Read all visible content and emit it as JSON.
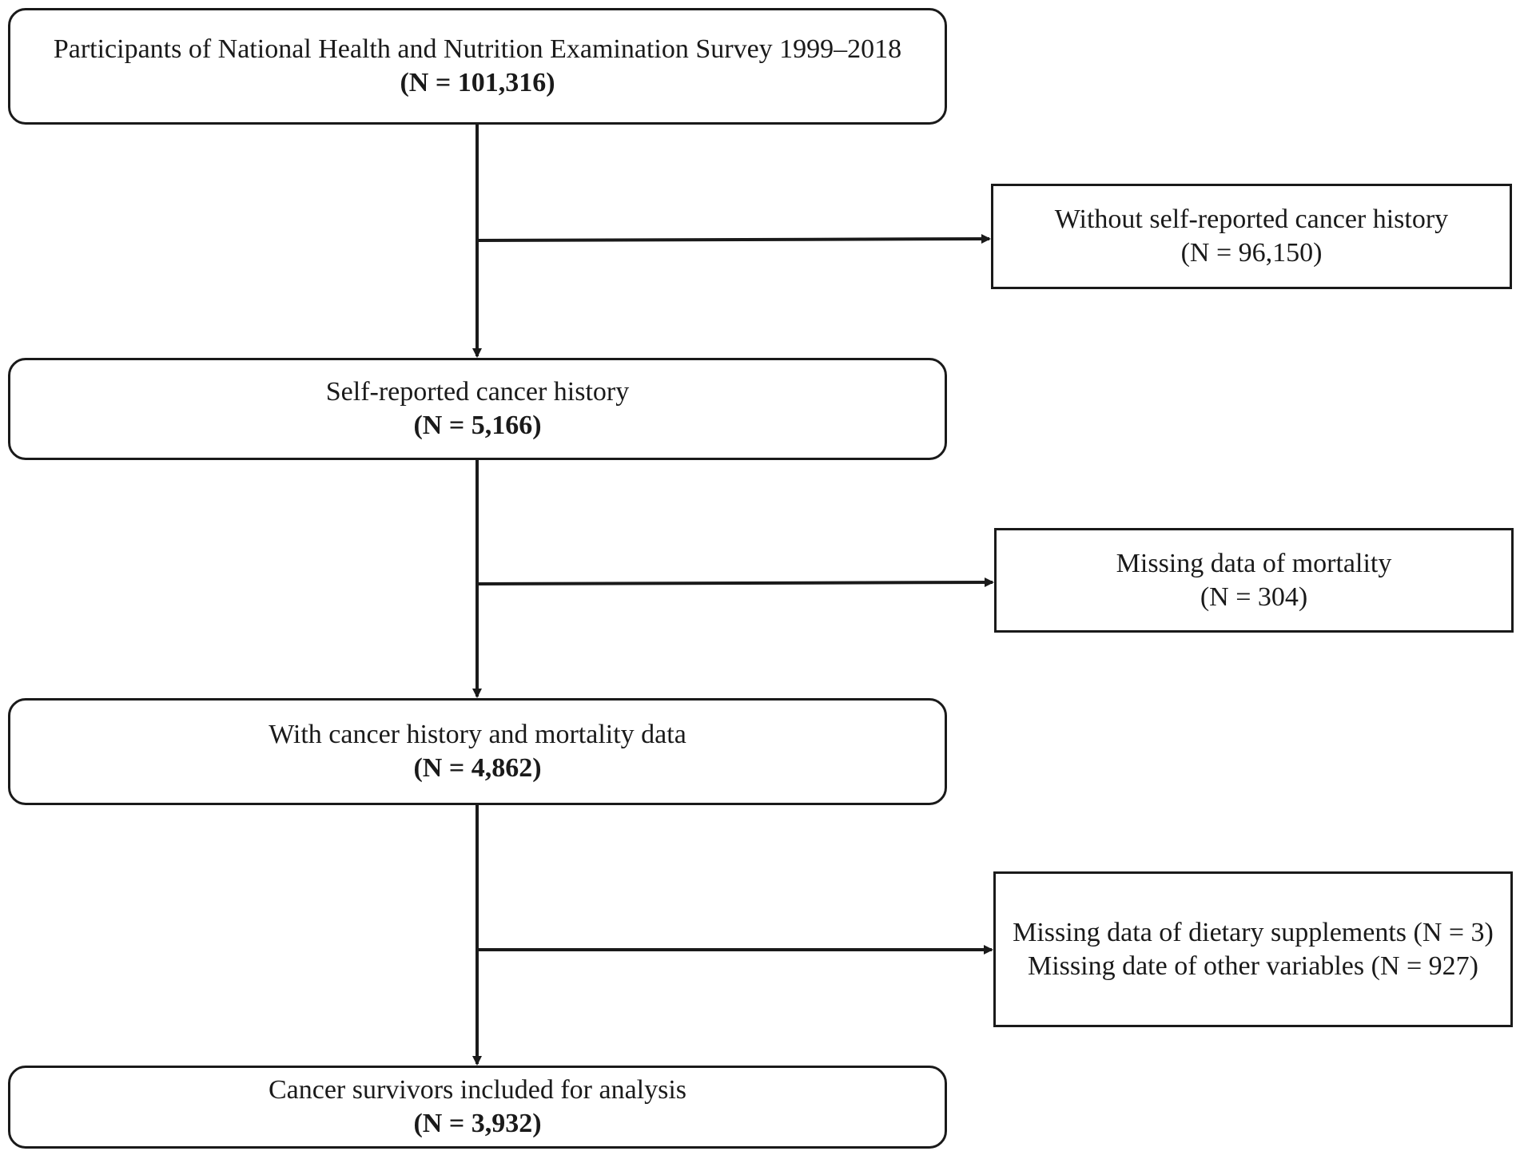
{
  "flow": {
    "participants": {
      "label": "Participants of National Health and Nutrition Examination Survey 1999–2018",
      "count": "(N = 101,316)"
    },
    "without_history": {
      "label": "Without self-reported cancer history",
      "count": "(N = 96,150)"
    },
    "self_reported": {
      "label": "Self-reported cancer history",
      "count": "(N = 5,166)"
    },
    "missing_mortality": {
      "label": "Missing data of mortality",
      "count": "(N = 304)"
    },
    "cancer_mortality": {
      "label": "With cancer history and mortality data",
      "count": "(N = 4,862)"
    },
    "missing_supplements": {
      "line1": "Missing data of dietary supplements (N = 3)",
      "line2": "Missing date of other variables (N = 927)"
    },
    "survivors": {
      "label": "Cancer survivors included for analysis",
      "count": "(N = 3,932)"
    }
  }
}
